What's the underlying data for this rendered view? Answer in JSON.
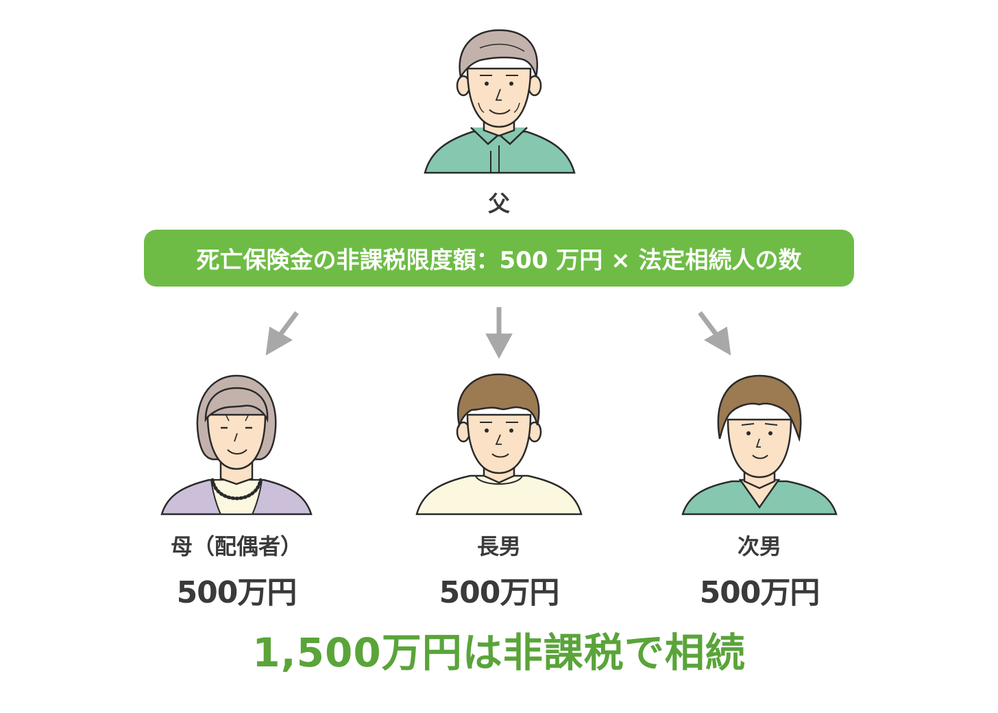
{
  "father": {
    "label": "父"
  },
  "formula": {
    "text": "死亡保険金の非課税限度額：500 万円 × 法定相続人の数"
  },
  "heirs": [
    {
      "label": "母（配偶者）",
      "amount": "500万円"
    },
    {
      "label": "長男",
      "amount": "500万円"
    },
    {
      "label": "次男",
      "amount": "500万円"
    }
  ],
  "conclusion": {
    "text": "1,500万円は非課税で相続"
  },
  "colors": {
    "accent_green": "#6ebc45",
    "conclusion_green": "#5aa43a",
    "arrow_gray": "#a8a8a8",
    "shirt_green": "#86c7b0",
    "cardigan_lavender": "#cbbfda",
    "sweater_cream": "#fbf8df",
    "skin": "#fbe1c5",
    "hair_gray": "#c3b2ac",
    "hair_brown": "#9c7a52",
    "outline": "#2a2a2a"
  }
}
